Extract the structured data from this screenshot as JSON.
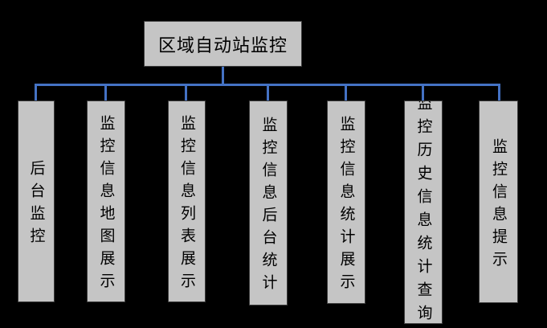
{
  "diagram": {
    "type": "org-tree",
    "root": {
      "label": "区域自动站监控"
    },
    "children": [
      {
        "label": "后台监控"
      },
      {
        "label": "监控信息地图展示"
      },
      {
        "label": "监控信息列表展示"
      },
      {
        "label": "监控信息后台统计"
      },
      {
        "label": "监控信息统计展示"
      },
      {
        "label": "监控历史信息统计查询"
      },
      {
        "label": "监控信息提示"
      }
    ],
    "colors": {
      "background": "#000000",
      "node_fill": "#c5c5c5",
      "node_border": "#3d3d3d",
      "connector": "#4472c4",
      "text": "#000000"
    }
  }
}
